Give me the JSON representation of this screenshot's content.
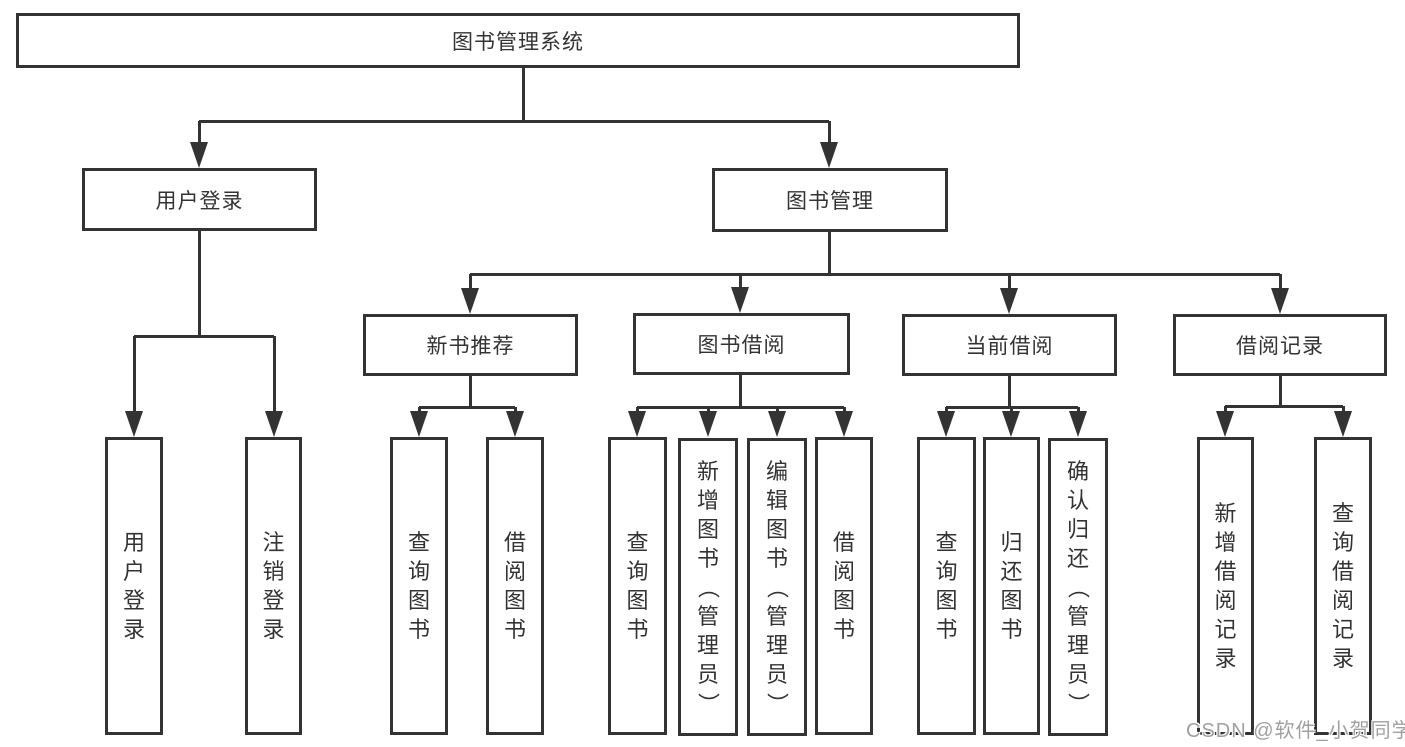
{
  "tree": {
    "label": "图书管理系统",
    "children": [
      {
        "label": "用户登录",
        "children": [
          {
            "label": "用户登录"
          },
          {
            "label": "注销登录"
          }
        ]
      },
      {
        "label": "图书管理",
        "children": [
          {
            "label": "新书推荐",
            "children": [
              {
                "label": "查询图书"
              },
              {
                "label": "借阅图书"
              }
            ]
          },
          {
            "label": "图书借阅",
            "children": [
              {
                "label": "查询图书"
              },
              {
                "label": "新增图书（管理员）"
              },
              {
                "label": "编辑图书（管理员）"
              },
              {
                "label": "借阅图书"
              }
            ]
          },
          {
            "label": "当前借阅",
            "children": [
              {
                "label": "查询图书"
              },
              {
                "label": "归还图书"
              },
              {
                "label": "确认归还（管理员）"
              }
            ]
          },
          {
            "label": "借阅记录",
            "children": [
              {
                "label": "新增借阅记录"
              },
              {
                "label": "查询借阅记录"
              }
            ]
          }
        ]
      }
    ]
  },
  "watermark": {
    "text": "CSDN @软件_小贺同学",
    "color": "#a0a0a0"
  },
  "colors": {
    "line": "#333333",
    "background": "#ffffff",
    "text": "#333333"
  }
}
